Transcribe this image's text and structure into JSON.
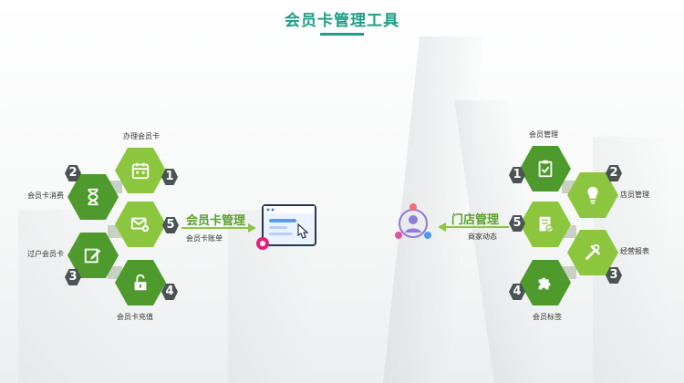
{
  "title": "会员卡管理工具",
  "left": {
    "items": [
      {
        "num": "1",
        "label": "办理会员卡",
        "icon": "calendar-icon"
      },
      {
        "num": "2",
        "label": "会员卡消费",
        "icon": "hourglass-icon"
      },
      {
        "num": "3",
        "label": "过户会员卡",
        "icon": "edit-icon"
      },
      {
        "num": "4",
        "label": "会员卡充值",
        "icon": "unlock-icon"
      },
      {
        "num": "5",
        "label": "会员卡账单",
        "icon": "mail-add-icon"
      }
    ],
    "center_label": "会员卡管理"
  },
  "right": {
    "items": [
      {
        "num": "1",
        "label": "会员管理",
        "icon": "clipboard-check-icon"
      },
      {
        "num": "2",
        "label": "店员管理",
        "icon": "lightbulb-icon"
      },
      {
        "num": "3",
        "label": "经营报表",
        "icon": "tools-icon"
      },
      {
        "num": "4",
        "label": "会员标签",
        "icon": "puzzle-icon"
      },
      {
        "num": "5",
        "label": "商家动态",
        "icon": "document-check-icon"
      }
    ],
    "center_label": "门店管理"
  },
  "colors": {
    "title": "#1c9f87",
    "hex_light": "#8cc63f",
    "hex_dark": "#4f9a2c",
    "number": "#4a5454"
  }
}
